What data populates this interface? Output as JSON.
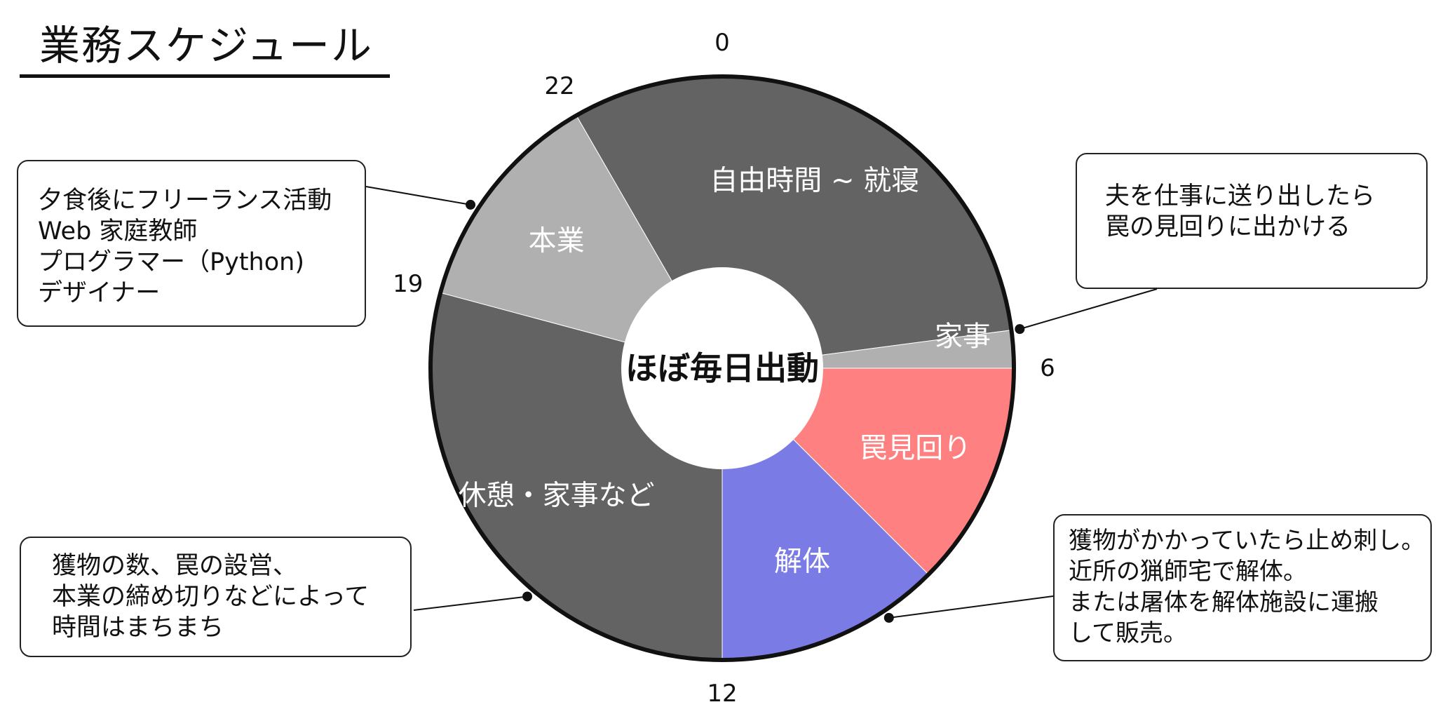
{
  "title": "業務スケジュール",
  "chart_data": {
    "type": "pie",
    "style": "donut",
    "start_angle_hour": 0,
    "range_hours": 24,
    "center_label": "ほぼ毎日出動",
    "slices": [
      {
        "label": "自由時間 ~ 就寝",
        "start": 22,
        "end": 5.5,
        "color": "#636363",
        "label_color": "#ffffff"
      },
      {
        "label": "家事",
        "start": 5.5,
        "end": 6,
        "color": "#b0b0b0",
        "label_color": "#ffffff"
      },
      {
        "label": "罠見回り",
        "start": 6,
        "end": 9,
        "color": "#ff8080",
        "label_color": "#ffffff"
      },
      {
        "label": "解体",
        "start": 9,
        "end": 12,
        "color": "#7b7be6",
        "label_color": "#ffffff"
      },
      {
        "label": "休憩・家事など",
        "start": 12,
        "end": 19,
        "color": "#636363",
        "label_color": "#ffffff"
      },
      {
        "label": "本業",
        "start": 19,
        "end": 22,
        "color": "#b0b0b0",
        "label_color": "#ffffff"
      }
    ],
    "hour_labels": [
      "0",
      "6",
      "12",
      "19",
      "22"
    ]
  },
  "notes": {
    "freelance": [
      "夕食後にフリーランス活動",
      "Web 家庭教師",
      "プログラマー（Python)",
      "デザイナー"
    ],
    "trap": [
      "夫を仕事に送り出したら",
      "罠の見回りに出かける"
    ],
    "hunt": [
      "獲物の数、罠の設営、",
      "本業の締め切りなどによって",
      "時間はまちまち"
    ],
    "butcher": [
      "獲物がかかっていたら止め刺し。",
      "近所の猟師宅で解体。",
      "または屠体を解体施設に運搬",
      "して販売。"
    ]
  }
}
